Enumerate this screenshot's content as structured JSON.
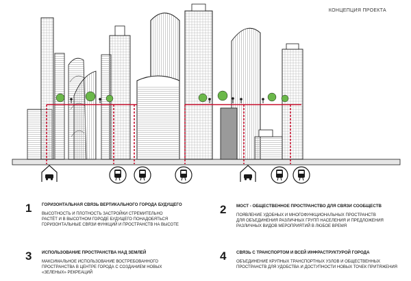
{
  "header": {
    "title": "КОНЦЕПЦИЯ ПРОЕКТА"
  },
  "colors": {
    "accent": "#c8102e",
    "line": "#1a1a1a",
    "tree": "#6bb84a",
    "ground": "#e6e6e6"
  },
  "icons": {
    "transit": [
      "car-icon",
      "train-icon",
      "train-icon",
      "train-icon",
      "car-icon",
      "train-icon",
      "train-icon"
    ]
  },
  "concepts": [
    {
      "num": "1",
      "title": "ГОРИЗОНТАЛЬНАЯ СВЯЗЬ ВЕРТИКАЛЬНОГО ГОРОДА БУДУЩЕГО",
      "lines": [
        "ВЫСОТНОСТЬ И ПЛОТНОСТЬ ЗАСТРОЙКИ СТРЕМИТЕЛЬНО",
        "РАСТЁТ И В ВЫСОТНОМ ГОРОДЕ БУДУЩЕГО ПОНАДОБЯТЬСЯ",
        "ГОРИЗОНТАЛЬНЫЕ СВЯЗИ ФУНКЦИЙ И ПРОСТРАНСТВ НА ВЫСОТЕ"
      ]
    },
    {
      "num": "2",
      "title": "МОСТ - ОБЩЕСТВЕННОЕ ПРОСТРАНСТВО ДЛЯ СВЯЗИ СООБЩЕСТВ",
      "lines": [
        "ПОЯВЛЕНИЕ УДОБНЫХ И МНОГОФУНКЦИОНАЛЬНЫХ ПРОСТРАНСТВ",
        "ДЛЯ ОБЪЕДИНЕНИЯ РАЗЛИЧНЫХ ГРУПП НАСЕЛЕНИЯ И  ПРЕДЛОЖЕНИЯ",
        "РАЗЛИЧНЫХ ВИДОВ МЕРОПРИЯТИЙ В ЛЮБОЕ ВРЕМЯ"
      ]
    },
    {
      "num": "3",
      "title": "ИСПОЛЬЗОВАНИЕ ПРОСТРАНСТВА НАД ЗЕМЛЕЙ",
      "lines": [
        "МАКСИМАЛЬНОЕ ИСПОЛЬЗОВАНИЕ ВОСТРЕБОВАННОГО",
        "ПРОСТРАНСТВА В ЦЕНТРЕ ГОРОДА С СОЗДАНИЕМ НОВЫХ",
        "«ЗЕЛЕНЫХ» РЕКРЕАЦИЙ"
      ]
    },
    {
      "num": "4",
      "title": "СВЯЗЬ С ТРАНСПОРТОМ И ВСЕЙ ИНФРАСТРУКТУРОЙ ГОРОДА",
      "lines": [
        "ОБЪЕДИНЕНИЕ КРУПНЫХ ТРАНСПОРТНЫХ УЗЛОВ И ОБЩЕСТВЕННЫХ",
        "ПРОСТРАНСТВ ДЛЯ УДОБСТВА И ДОСТУПНОСТИ НОВЫХ ТОЧЕК ПРИТЯЖЕНИЯ"
      ]
    }
  ]
}
